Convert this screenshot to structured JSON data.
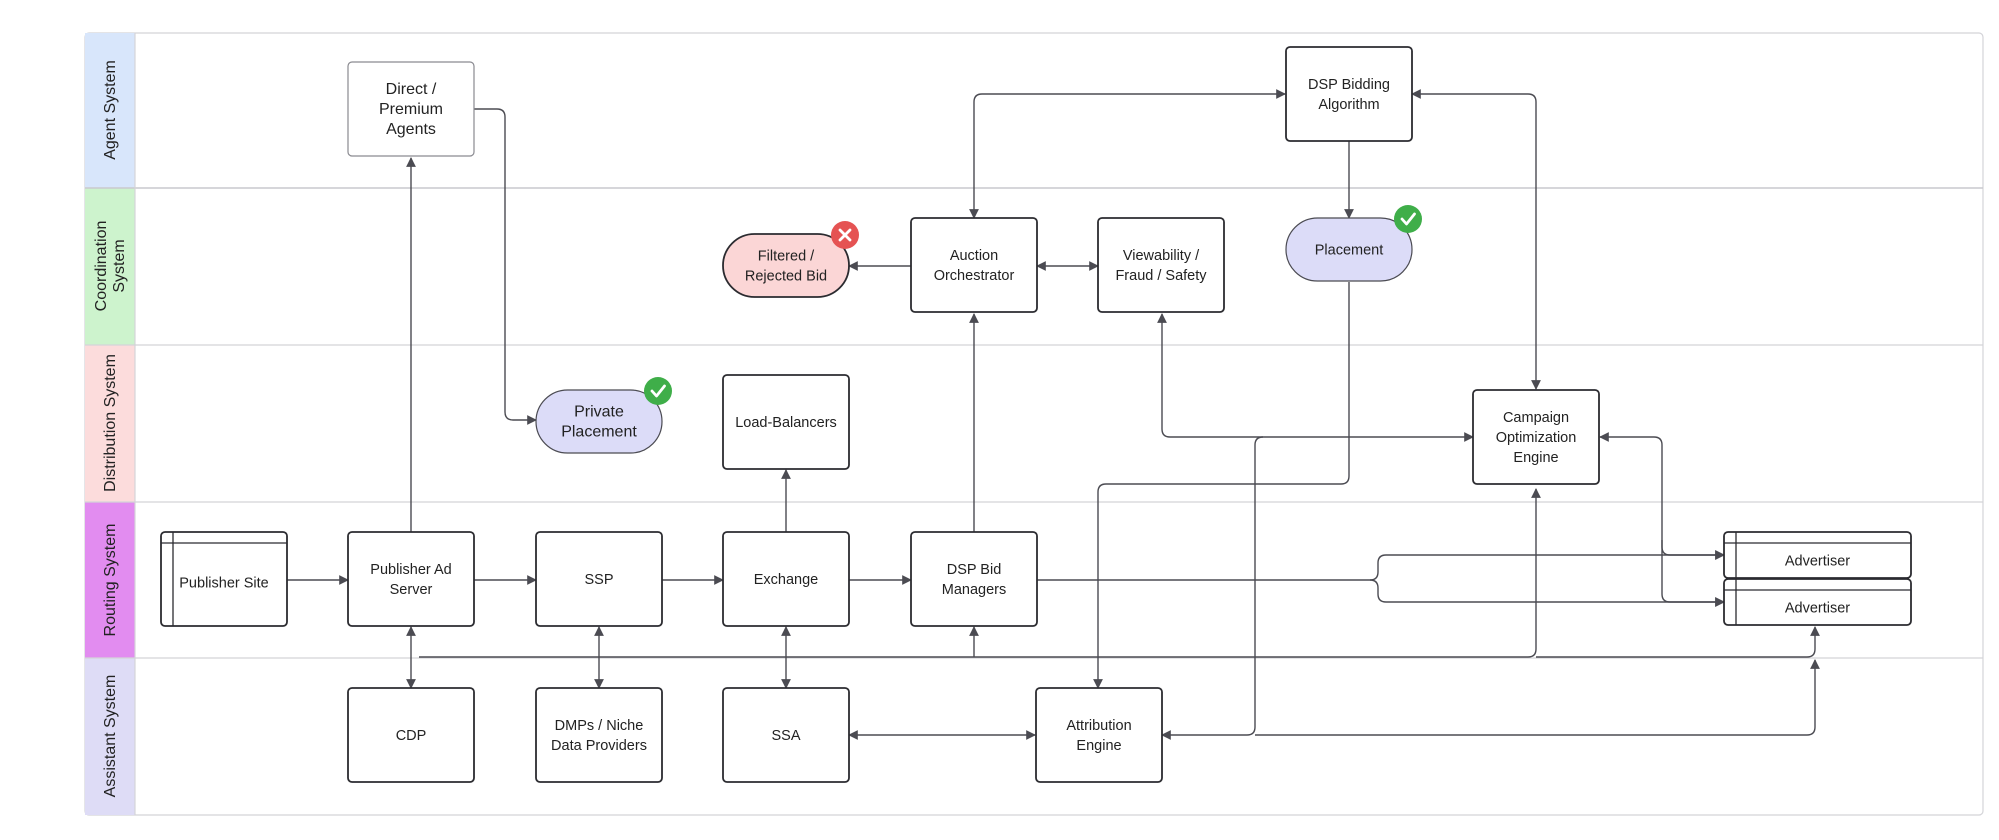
{
  "colors": {
    "lane_agent": "#d8e6fb",
    "lane_coordination": "#cdf3cd",
    "lane_distribution": "#fcdcdc",
    "lane_routing": "#e28cf0",
    "lane_assistant": "#dedcf6",
    "placement_fill": "#dcdcf8",
    "rejected_fill": "#fbd6d6",
    "success_badge": "#3fae49",
    "error_badge": "#e55353",
    "line": "#4b4b52"
  },
  "lanes": [
    {
      "id": "agent",
      "label": [
        "Agent System"
      ]
    },
    {
      "id": "coordination",
      "label": [
        "Coordination",
        "System"
      ]
    },
    {
      "id": "distribution",
      "label": [
        "Distribution System"
      ]
    },
    {
      "id": "routing",
      "label": [
        "Routing System"
      ]
    },
    {
      "id": "assistant",
      "label": [
        "Assistant System"
      ]
    }
  ],
  "nodes": {
    "direct_agents": {
      "lines": [
        "Direct /",
        "Premium",
        "Agents"
      ]
    },
    "dsp_algorithm": {
      "lines": [
        "DSP Bidding",
        "Algorithm"
      ]
    },
    "filtered_bid": {
      "lines": [
        "Filtered /",
        "Rejected Bid"
      ],
      "status": "error-icon"
    },
    "auction": {
      "lines": [
        "Auction",
        "Orchestrator"
      ]
    },
    "viewability": {
      "lines": [
        "Viewability /",
        "Fraud / Safety"
      ]
    },
    "placement": {
      "lines": [
        "Placement"
      ],
      "status": "check-icon"
    },
    "private_placement": {
      "lines": [
        "Private",
        "Placement"
      ],
      "status": "check-icon"
    },
    "load_balancers": {
      "lines": [
        "Load-Balancers"
      ]
    },
    "campaign": {
      "lines": [
        "Campaign",
        "Optimization",
        "Engine"
      ]
    },
    "publisher_site": {
      "lines": [
        "Publisher Site"
      ]
    },
    "publisher_ad_server": {
      "lines": [
        "Publisher Ad",
        "Server"
      ]
    },
    "ssp": {
      "lines": [
        "SSP"
      ]
    },
    "exchange": {
      "lines": [
        "Exchange"
      ]
    },
    "dsp_bid_managers": {
      "lines": [
        "DSP Bid",
        "Managers"
      ]
    },
    "advertiser_1": {
      "lines": [
        "Advertiser"
      ]
    },
    "advertiser_2": {
      "lines": [
        "Advertiser"
      ]
    },
    "cdp": {
      "lines": [
        "CDP"
      ]
    },
    "dmps": {
      "lines": [
        "DMPs / Niche",
        "Data Providers"
      ]
    },
    "ssa": {
      "lines": [
        "SSA"
      ]
    },
    "attribution": {
      "lines": [
        "Attribution",
        "Engine"
      ]
    }
  }
}
